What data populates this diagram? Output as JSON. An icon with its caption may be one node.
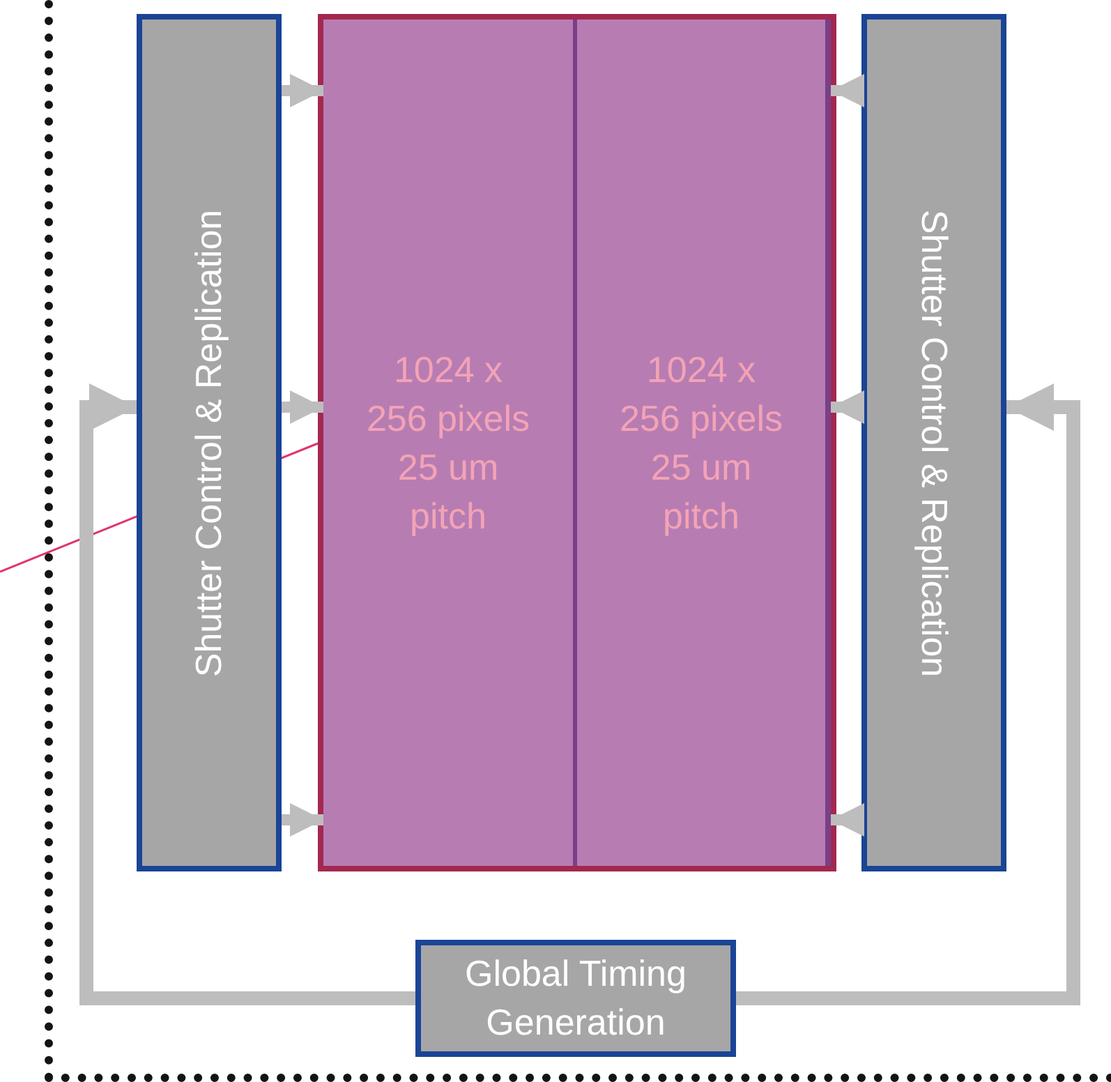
{
  "diagram": {
    "nodes": [
      {
        "text": [],
        "shape": "box"
      },
      {
        "text": [
          "Shutter Control & Replication"
        ],
        "in": 0
      },
      {
        "text": [],
        "shape": "box",
        "in": 0
      },
      {
        "text": [
          "1024 x 256 pixels 25 um pitch"
        ],
        "in": 2
      },
      {
        "text": [
          "1024 x 256 pixels 25 um pitch"
        ],
        "in": 2
      },
      {
        "text": [
          "Shutter Control & Replication"
        ],
        "in": 0
      },
      {
        "text": [
          "Global Timing Generation"
        ],
        "in": 0
      }
    ],
    "edges": [
      {
        "from": 1,
        "to": 3,
        "arrow": "to"
      },
      {
        "from": 1,
        "to": 3,
        "arrow": "to"
      },
      {
        "from": 1,
        "to": 3,
        "arrow": "to"
      },
      {
        "from": 5,
        "to": 4,
        "arrow": "to"
      },
      {
        "from": 5,
        "to": 4,
        "arrow": "to"
      },
      {
        "from": 5,
        "to": 4,
        "arrow": "to"
      },
      {
        "from": 6,
        "to": 1,
        "arrow": "to"
      },
      {
        "from": 6,
        "to": 5,
        "arrow": "to"
      },
      {
        "from": null,
        "to": 2,
        "arrow": "none",
        "color": "#e0356a"
      }
    ]
  }
}
